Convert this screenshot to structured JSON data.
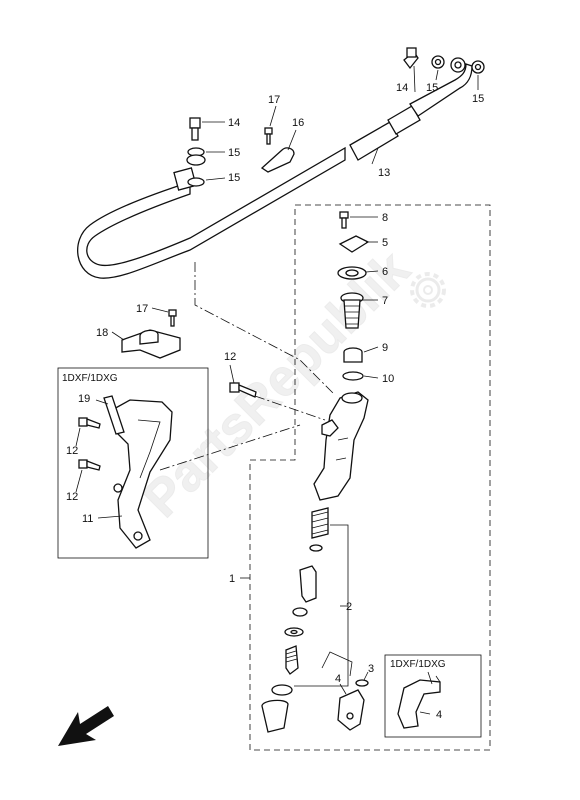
{
  "diagram": {
    "callouts": {
      "c1": "1",
      "c2": "2",
      "c3": "3",
      "c4a": "4",
      "c4b": "4",
      "c5": "5",
      "c6": "6",
      "c7": "7",
      "c8": "8",
      "c9": "9",
      "c10": "10",
      "c11": "11",
      "c12a": "12",
      "c12b": "12",
      "c12c": "12",
      "c13": "13",
      "c14a": "14",
      "c14b": "14",
      "c15a": "15",
      "c15b": "15",
      "c15c": "15",
      "c15d": "15",
      "c16": "16",
      "c17a": "17",
      "c17b": "17",
      "c18": "18",
      "c19": "19"
    },
    "inset_left_title": "1DXF/1DXG",
    "inset_right_title": "1DXF/1DXG",
    "watermark_text": "PartsRepublik",
    "icons": [
      "gear-icon",
      "direction-arrow-icon"
    ]
  }
}
